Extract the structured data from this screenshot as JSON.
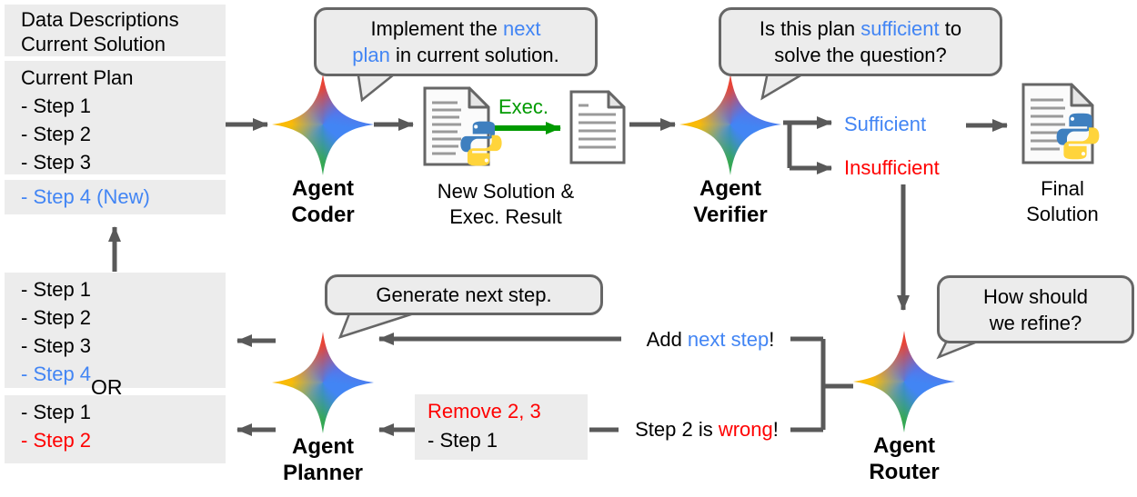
{
  "colors": {
    "accent_blue": "#4285f4",
    "alert_red": "#ff0000",
    "exec_green": "#009a00",
    "wire_gray": "#595959",
    "panel_gray": "#ececec",
    "bubble_border": "#666666"
  },
  "boxes": {
    "context": {
      "line1": "Data Descriptions",
      "line2": "Current Solution"
    },
    "current_plan": {
      "title": "Current Plan",
      "step1": "- Step 1",
      "step2": "- Step 2",
      "step3": "- Step 3"
    },
    "new_step_label": "- Step 4 (New)",
    "plan_a": {
      "step1": "- Step 1",
      "step2": "- Step 2",
      "step3": "- Step 3",
      "step4": "- Step 4"
    },
    "or_label": "OR",
    "plan_b": {
      "step1": "- Step 1",
      "step2": "- Step 2"
    },
    "revised_plan": {
      "removal": "Remove 2, 3",
      "kept": "- Step 1"
    }
  },
  "agents": {
    "coder": {
      "name1": "Agent",
      "name2": "Coder"
    },
    "verifier": {
      "name1": "Agent",
      "name2": "Verifier"
    },
    "planner": {
      "name1": "Agent",
      "name2": "Planner"
    },
    "router": {
      "name1": "Agent",
      "name2": "Router"
    }
  },
  "bubbles": {
    "coder": {
      "l1_pre": "Implement the ",
      "l1_blue": "next",
      "l2_blue": "plan",
      "l2_post": " in current solution."
    },
    "verifier": {
      "l1_pre": "Is this plan ",
      "l1_blue": "sufficient",
      "l1_post": " to",
      "l2": "solve the question?"
    },
    "planner": {
      "text": "Generate next step."
    },
    "router": {
      "l1": "How should",
      "l2": "we refine?"
    }
  },
  "labels": {
    "exec": "Exec.",
    "new_solution1": "New Solution &",
    "new_solution2": "Exec. Result",
    "final1": "Final",
    "final2": "Solution",
    "sufficient": "Sufficient",
    "insufficient": "Insufficient",
    "add_pre": "Add ",
    "add_blue": "next step",
    "add_post": "!",
    "wrong_pre": "Step 2 is ",
    "wrong_red": "wrong",
    "wrong_post": "!"
  },
  "icons": {
    "agent": "gemini-sparkle-icon",
    "python_file": "python-file-icon",
    "text_file": "document-icon"
  }
}
